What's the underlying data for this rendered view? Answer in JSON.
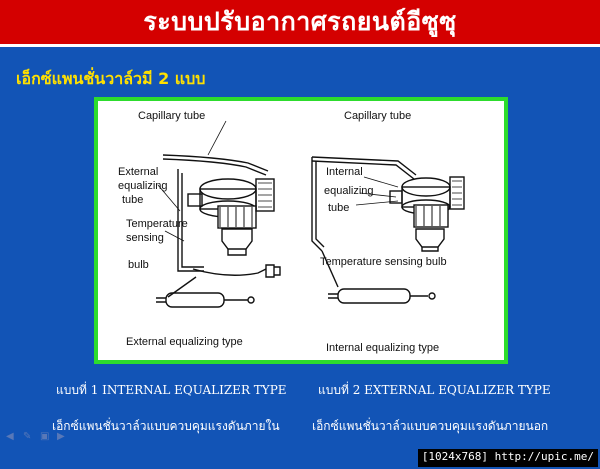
{
  "slide": {
    "title": "ระบบปรับอากาศรถยนต์อีซูซุ",
    "subtitle": "เอ็กซ์แพนชั่นวาล์วมี 2 แบบ"
  },
  "figure": {
    "left": {
      "capillary": "Capillary tube",
      "external_line1": "External",
      "external_line2": "equalizing",
      "external_line3": "tube",
      "temp_line1": "Temperature",
      "temp_line2": "sensing",
      "temp_line3": "bulb",
      "type_label": "External equalizing type"
    },
    "right": {
      "capillary": "Capillary tube",
      "internal_line1": "Internal",
      "internal_line2": "equalizing",
      "internal_line3": "tube",
      "temp_label": "Temperature sensing bulb",
      "type_label": "Internal equalizing type"
    }
  },
  "captions": {
    "left_type": "แบบที่ 1 INTERNAL EQUALIZER TYPE",
    "right_type": "แบบที่ 2 EXTERNAL EQUALIZER TYPE",
    "left_desc": "เอ็กซ์แพนชั่นวาล์วแบบควบคุมแรงดันภายใน",
    "right_desc": "เอ็กซ์แพนชั่นวาล์วแบบควบคุมแรงดันภายนอก"
  },
  "nav": {
    "icons": [
      "back-arrow-icon",
      "pen-icon",
      "slides-icon",
      "forward-arrow-icon"
    ]
  },
  "watermark": "[1024x768] http://upic.me/",
  "colors": {
    "background": "#1254b6",
    "title_bar": "#d40000",
    "subtitle": "#ffe000",
    "frame_border": "#2ddc2d"
  }
}
